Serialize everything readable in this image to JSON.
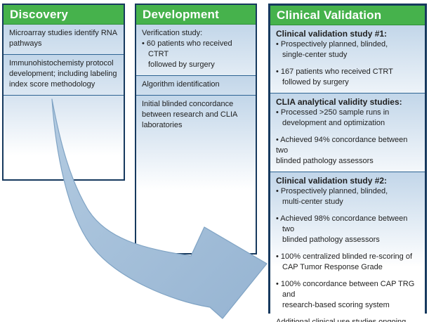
{
  "diagram": {
    "bullet_char": "•",
    "columns": [
      {
        "id": "discovery",
        "title": "Discovery",
        "boxes": [
          {
            "paragraphs": [
              {
                "text": "Microarray studies identify RNA\npathways"
              }
            ]
          },
          {
            "paragraphs": [
              {
                "text": "Immunohistochemisty protocol\ndevelopment; including labeling\nindex score methodology"
              }
            ]
          },
          {
            "filler": true,
            "paragraphs": []
          }
        ]
      },
      {
        "id": "development",
        "title": "Development",
        "boxes": [
          {
            "paragraphs": [
              {
                "text": "Verification study:"
              },
              {
                "text": "60 patients who received CTRT\nfollowed by surgery",
                "bullet": true,
                "hang": true
              }
            ]
          },
          {
            "paragraphs": [
              {
                "text": "Algorithm identification"
              }
            ]
          },
          {
            "grow": true,
            "paragraphs": [
              {
                "text": "Initial blinded concordance\nbetween research and CLIA\nlaboratories"
              }
            ]
          }
        ]
      },
      {
        "id": "clinical-validation",
        "title": "Clinical Validation",
        "boxes": [
          {
            "paragraphs": [
              {
                "text": "Clinical validation study #1:",
                "bold": true
              },
              {
                "text": "Prospectively planned, blinded,\nsingle-center study",
                "bullet": true,
                "hang": true
              },
              {
                "text": "167 patients who received CTRT\nfollowed by surgery",
                "bullet": true,
                "hang": true,
                "gap": true
              }
            ]
          },
          {
            "paragraphs": [
              {
                "text": "CLIA analytical validity studies:",
                "bold": true
              },
              {
                "text": "Processed >250 sample runs in\ndevelopment and optimization",
                "bullet": true,
                "hang": true
              },
              {
                "text": "Achieved 94% concordance between two\nblinded pathology assessors",
                "bullet": true,
                "hang": false,
                "gap": true
              }
            ]
          },
          {
            "grow": true,
            "paragraphs": [
              {
                "text": "Clinical validation study #2:",
                "bold": true
              },
              {
                "text": "Prospectively planned, blinded,\nmulti-center study",
                "bullet": true,
                "hang": true
              },
              {
                "text": "Achieved 98% concordance between two\nblinded pathology assessors",
                "bullet": true,
                "hang": true,
                "gap": true
              },
              {
                "text": "100% centralized blinded re-scoring of\nCAP Tumor Response Grade",
                "bullet": true,
                "hang": true,
                "gap": true
              },
              {
                "text": "100% concordance between CAP TRG and\nresearch-based scoring system",
                "bullet": true,
                "hang": true,
                "gap": true
              },
              {
                "text": "Additional clinical use studies ongoing",
                "gap": true
              }
            ]
          }
        ]
      }
    ],
    "arrow": {
      "description": "curved swoosh arrow from Discovery column down to Clinical Validation column"
    }
  },
  "colors": {
    "header_green": "#46B24C",
    "header_green_edge": "#2E8F38",
    "border_navy": "#16395E",
    "divider_blue": "#2E6493",
    "box_blue_top": "#C2D6E9",
    "filler_blue_top": "#D6E3F0",
    "arrow_fill_light": "#B3CBE1",
    "arrow_fill_dark": "#96B4D2",
    "arrow_stroke": "#7FA3C4",
    "text_dark": "#1F1F1F",
    "header_text": "#FFFFFF",
    "page_background": "#FFFFFF"
  }
}
